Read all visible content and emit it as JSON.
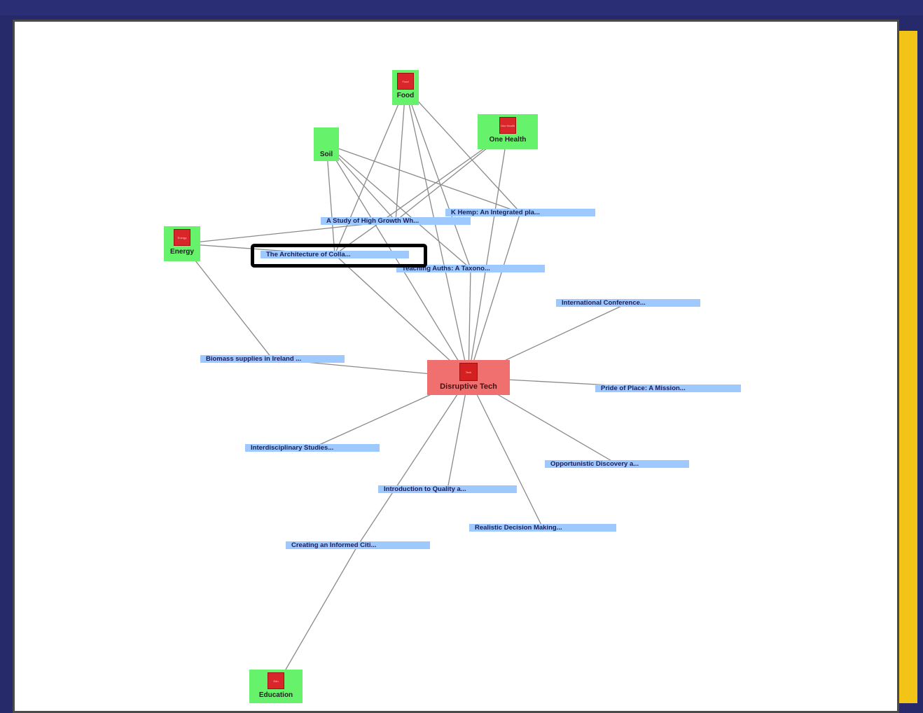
{
  "center": {
    "label": "Disruptive Tech",
    "icon_text": "Tech"
  },
  "categories": [
    {
      "id": "food",
      "label": "Food",
      "icon_text": "Food"
    },
    {
      "id": "one-health",
      "label": "One Health",
      "icon_text": "One Health"
    },
    {
      "id": "soil",
      "label": "Soil",
      "icon_text": ""
    },
    {
      "id": "energy",
      "label": "Energy",
      "icon_text": "Energy"
    },
    {
      "id": "education",
      "label": "Education",
      "icon_text": "Edu"
    }
  ],
  "papers": [
    {
      "id": "study",
      "label": "A Study of High Growth Wh..."
    },
    {
      "id": "hemp",
      "label": "K Hemp: An Integrated pla..."
    },
    {
      "id": "architecture",
      "label": "The Architecture of Colla..."
    },
    {
      "id": "teaching",
      "label": "Teaching Auths: A Taxono..."
    },
    {
      "id": "intl-conf",
      "label": "International Conference..."
    },
    {
      "id": "biomass",
      "label": "Biomass supplies in Ireland ..."
    },
    {
      "id": "pride",
      "label": "Pride of Place: A Mission..."
    },
    {
      "id": "interdisc",
      "label": "Interdisciplinary Studies..."
    },
    {
      "id": "opportunistic",
      "label": "Opportunistic Discovery a..."
    },
    {
      "id": "introduction",
      "label": "Introduction to Quality a..."
    },
    {
      "id": "realistic",
      "label": "Realistic Decision Making..."
    },
    {
      "id": "creating",
      "label": "Creating an Informed Citi..."
    }
  ],
  "edges": [
    [
      "center",
      "intl-conf"
    ],
    [
      "center",
      "biomass"
    ],
    [
      "center",
      "pride"
    ],
    [
      "center",
      "interdisc"
    ],
    [
      "center",
      "opportunistic"
    ],
    [
      "center",
      "introduction"
    ],
    [
      "center",
      "realistic"
    ],
    [
      "center",
      "creating"
    ],
    [
      "center",
      "one-health"
    ],
    [
      "center",
      "food"
    ],
    [
      "center",
      "soil"
    ],
    [
      "center",
      "architecture"
    ],
    [
      "center",
      "hemp"
    ],
    [
      "center",
      "teaching"
    ],
    [
      "food",
      "study"
    ],
    [
      "food",
      "hemp"
    ],
    [
      "food",
      "teaching"
    ],
    [
      "food",
      "architecture"
    ],
    [
      "one-health",
      "study"
    ],
    [
      "one-health",
      "architecture"
    ],
    [
      "soil",
      "architecture"
    ],
    [
      "soil",
      "study"
    ],
    [
      "soil",
      "hemp"
    ],
    [
      "soil",
      "teaching"
    ],
    [
      "energy",
      "study"
    ],
    [
      "energy",
      "architecture"
    ],
    [
      "energy",
      "biomass"
    ],
    [
      "education",
      "creating"
    ]
  ],
  "colors": {
    "background": "#262a6b",
    "accent": "#f2c418",
    "category_node": "#66f26a",
    "center_node": "#f07070",
    "paper_node": "#9dc9ff",
    "edge": "#8a8a8a"
  }
}
